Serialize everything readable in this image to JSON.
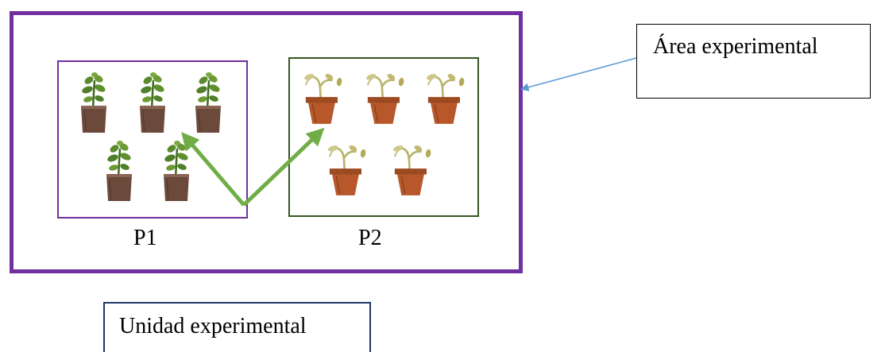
{
  "plots": [
    {
      "id": "p1",
      "label": "P1",
      "plant_condition": "healthy",
      "pot_shape": "tall",
      "plant_count": 5
    },
    {
      "id": "p2",
      "label": "P2",
      "plant_condition": "wilted",
      "pot_shape": "tapered",
      "plant_count": 5
    }
  ],
  "callouts": {
    "area_label": "Área experimental",
    "unit_label": "Unidad experimental"
  },
  "colors": {
    "outer_border": "#7030a0",
    "p1_border": "#7030a0",
    "p2_border": "#375623",
    "unit_arrows": "#70ad47",
    "callout_arrow": "#5b9bd5",
    "unit_box_border": "#1f3864"
  },
  "icons": {
    "healthy_plant": "potted-seedling-icon",
    "wilted_plant": "wilted-potted-plant-icon"
  }
}
